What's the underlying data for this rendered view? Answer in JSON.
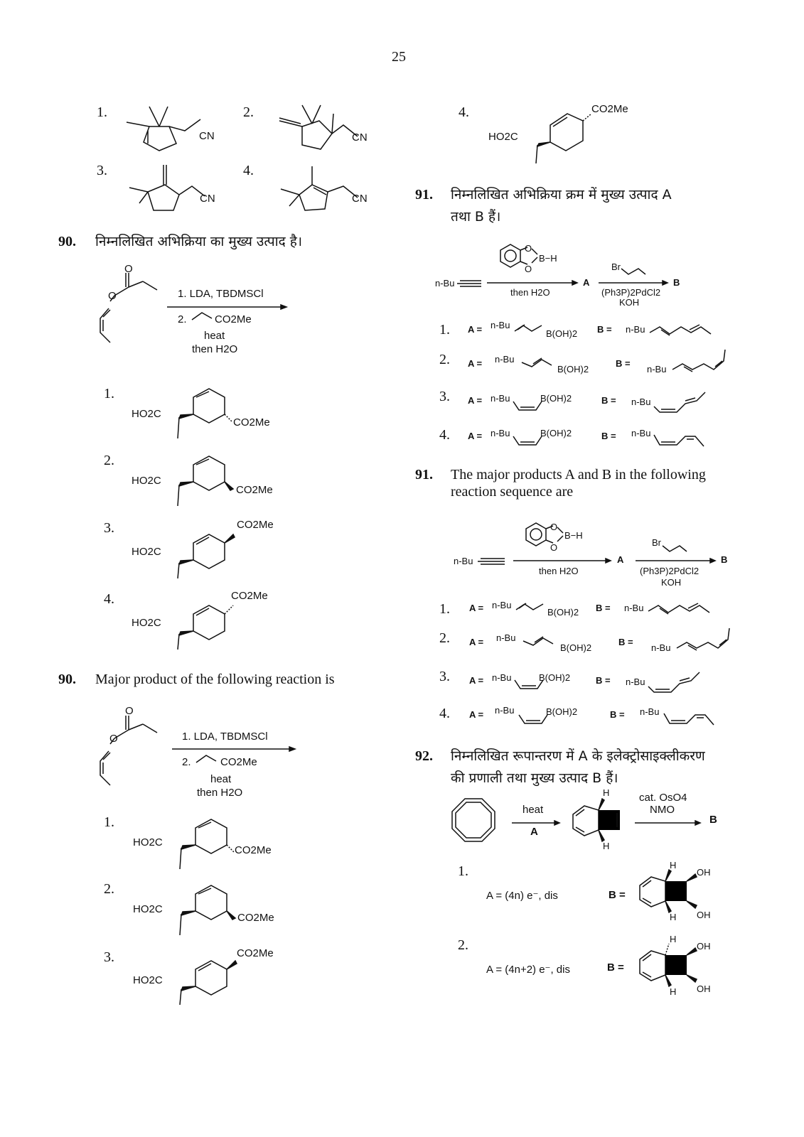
{
  "page_number": "25",
  "prev_options": {
    "left": [
      "1.",
      "2.",
      "3.",
      "4."
    ],
    "cn": "CN",
    "right_option": "4.",
    "co2me": "CO2Me",
    "ho2c": "HO2C"
  },
  "q90_hi": {
    "number": "90.",
    "text": "निम्नलिखित अभिक्रिया का मुख्य उत्पाद है।",
    "reagent1": "1. LDA, TBDMSCl",
    "reagent2_prefix": "2.",
    "reagent2_group": "CO2Me",
    "reagent3": "heat",
    "reagent4": "then H2O",
    "options": [
      "1.",
      "2.",
      "3.",
      "4."
    ]
  },
  "q90_en": {
    "number": "90.",
    "text": "Major product of the following reaction is",
    "reagent1": "1. LDA, TBDMSCl",
    "reagent2_prefix": "2.",
    "reagent2_group": "CO2Me",
    "reagent3": "heat",
    "reagent4": "then H2O",
    "options": [
      "1.",
      "2.",
      "3."
    ]
  },
  "q91_hi": {
    "number": "91.",
    "text_line1": "निम्नलिखित अभिक्रिया क्रम में मुख्य उत्पाद A",
    "text_line2": "तथा B हैं।",
    "start": "n-Bu",
    "reagent_bh": "B−H",
    "reagent_below": "then H2O",
    "A": "A",
    "B": "B",
    "br": "Br",
    "pd": "(Ph3P)2PdCl2",
    "koh": "KOH",
    "opt_labels": [
      "1.",
      "2.",
      "3.",
      "4."
    ],
    "a_eq": "A =",
    "b_eq": "B =",
    "nbu": "n-Bu",
    "boh2": "B(OH)2"
  },
  "q91_en": {
    "number": "91.",
    "text_line1": "The major products A and B in the following",
    "text_line2": "reaction sequence are",
    "start": "n-Bu",
    "reagent_bh": "B−H",
    "reagent_below": "then H2O",
    "A": "A",
    "B": "B",
    "br": "Br",
    "pd": "(Ph3P)2PdCl2",
    "koh": "KOH",
    "opt_labels": [
      "1.",
      "2.",
      "3.",
      "4."
    ],
    "a_eq": "A =",
    "b_eq": "B =",
    "nbu": "n-Bu",
    "boh2": "B(OH)2"
  },
  "q92_hi": {
    "number": "92.",
    "text_line1": "निम्नलिखित रूपान्तरण में A के इलेक्ट्रोसाइक्लीकरण",
    "text_line2": "की प्रणाली तथा मुख्य उत्पाद B हैं।",
    "heat": "heat",
    "A": "A",
    "cat": "cat. OsO4",
    "nmo": "NMO",
    "B": "B",
    "H": "H",
    "OH": "OH",
    "opt1": "1.",
    "opt1_text": "A = (4n) e⁻, dis",
    "opt2": "2.",
    "opt2_text": "A = (4n+2) e⁻, dis",
    "b_eq": "B ="
  }
}
